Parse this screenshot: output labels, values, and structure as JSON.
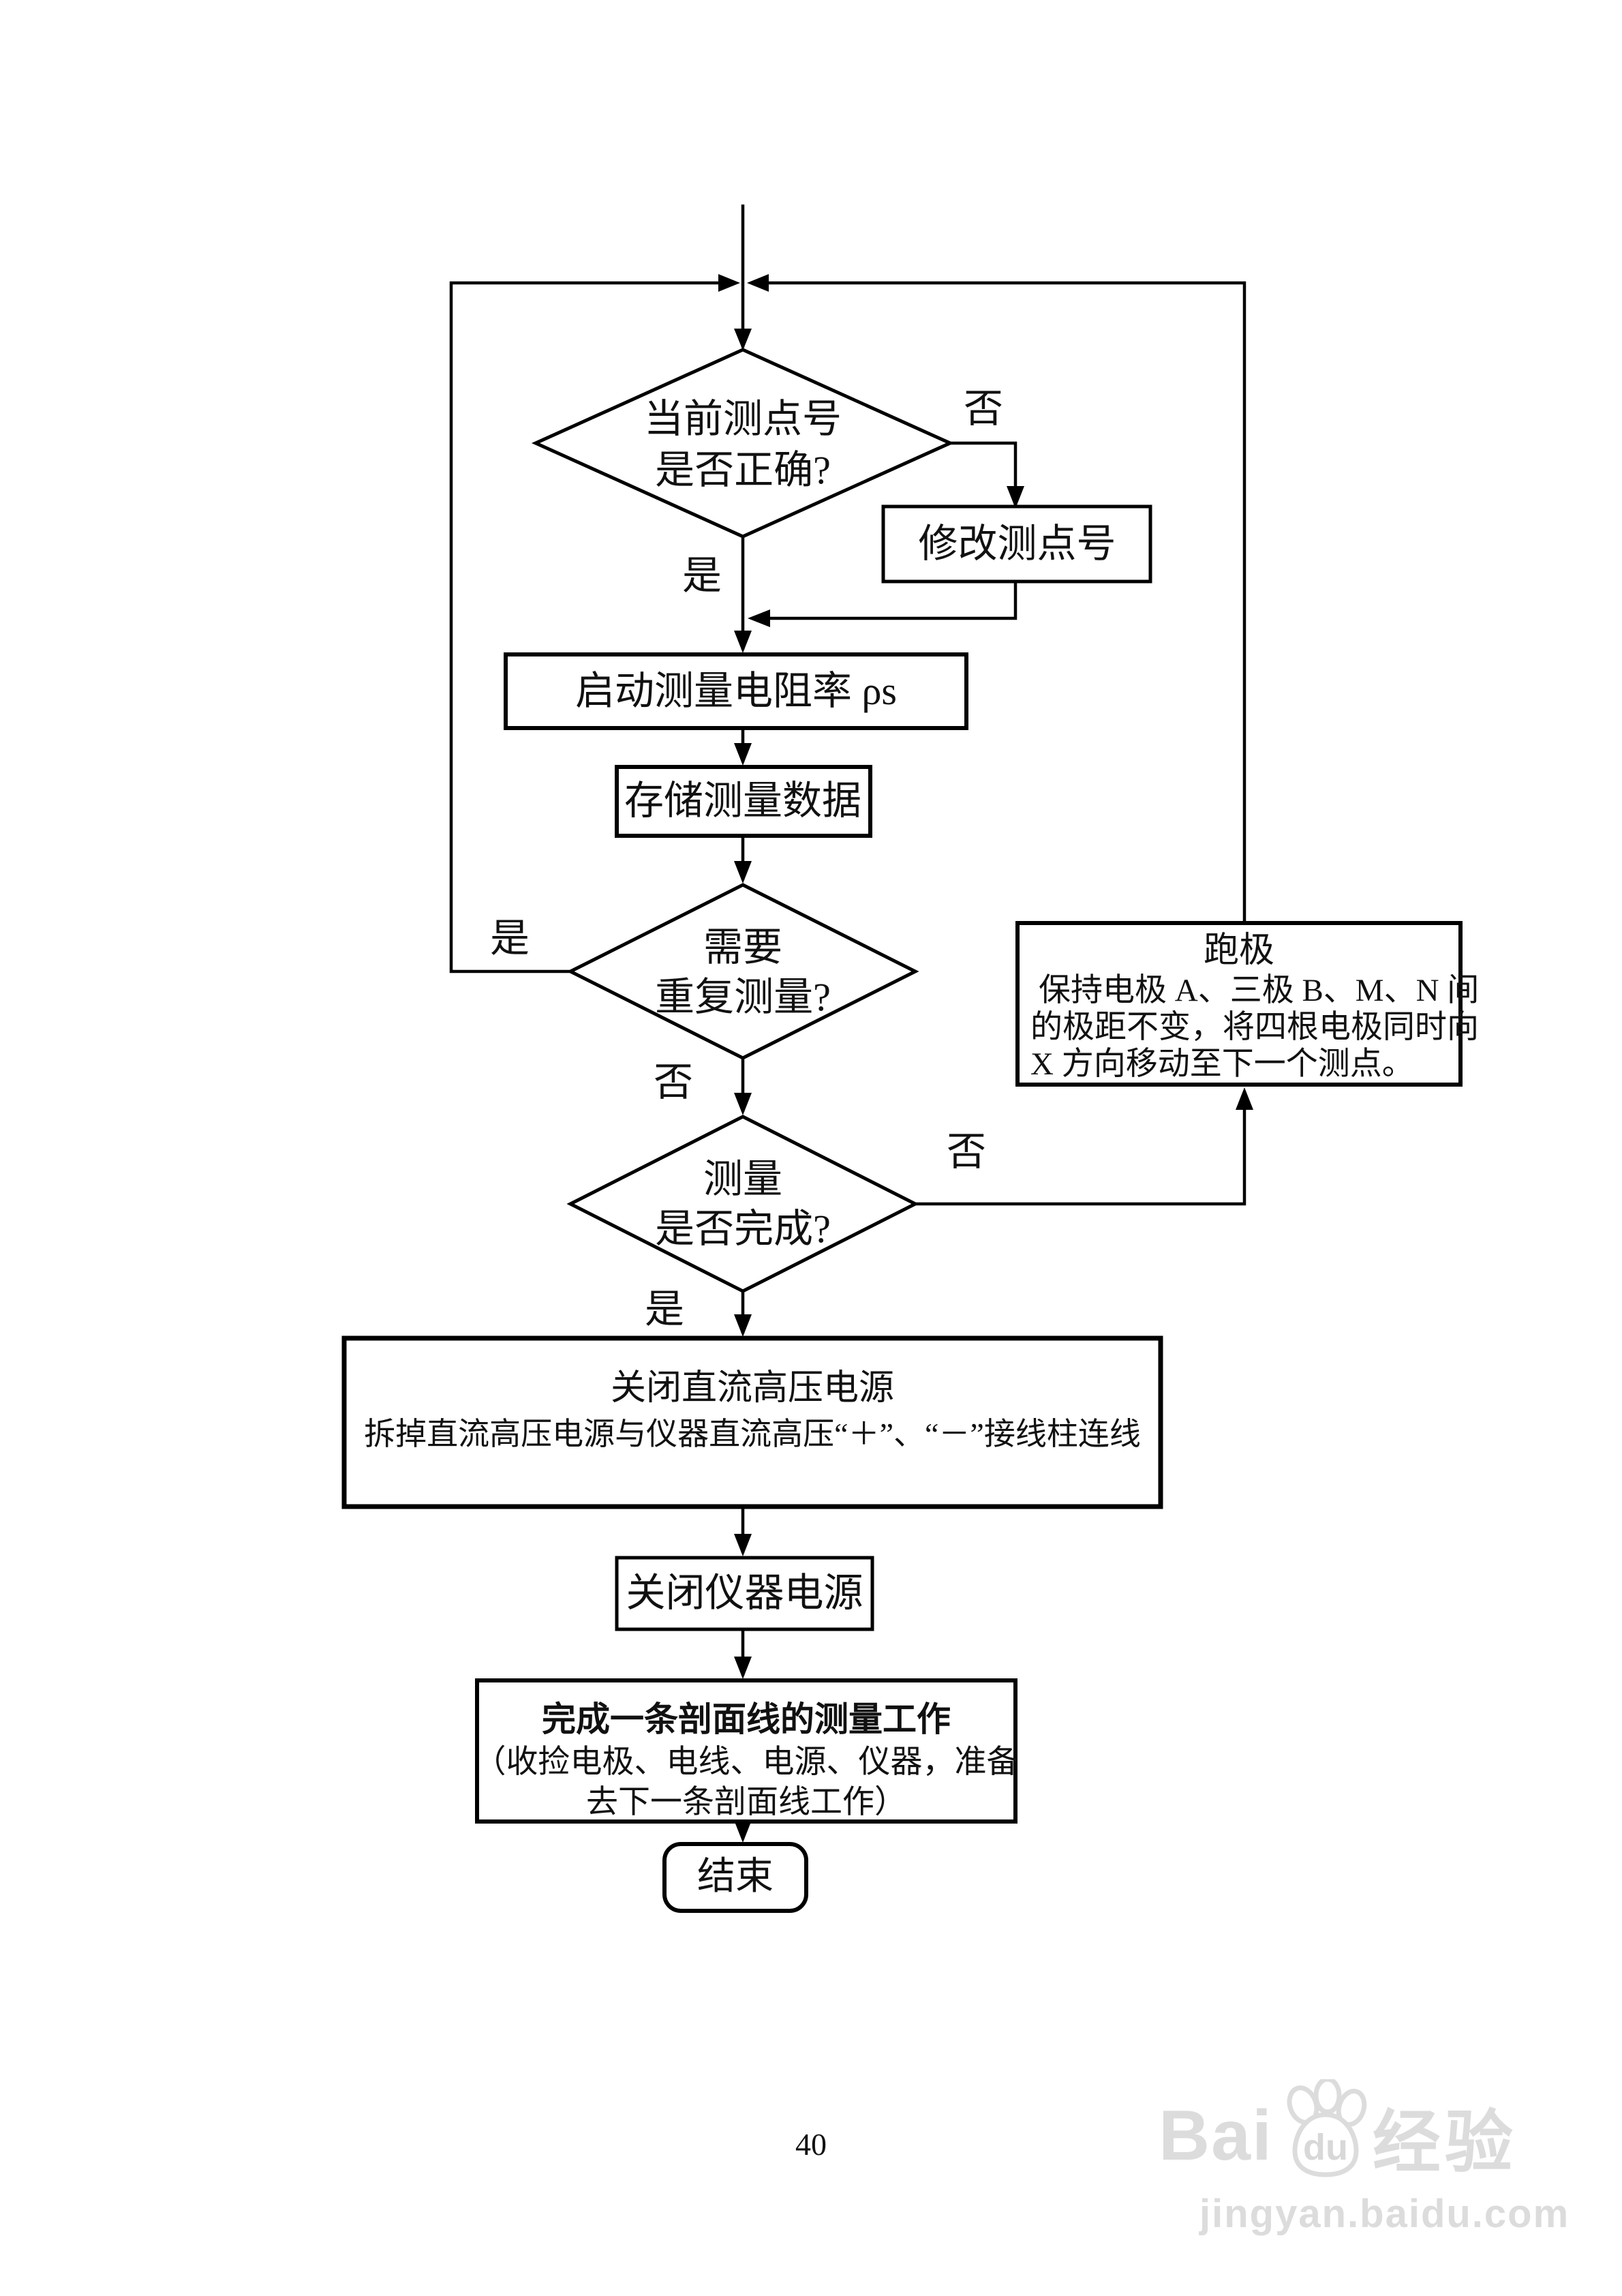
{
  "page": {
    "number": "40"
  },
  "flowchart": {
    "decision1": {
      "line1": "当前测点号",
      "line2": "是否正确?"
    },
    "label_no1": "否",
    "label_yes1": "是",
    "box_modify": "修改测点号",
    "box_start": "启动测量电阻率 ρs",
    "box_store": "存储测量数据",
    "decision2": {
      "line1": "需要",
      "line2": "重复测量?"
    },
    "label_yes2": "是",
    "label_no2": "否",
    "box_run": {
      "title": "跑极",
      "line1": "保持电极 A、三极 B、M、N 间",
      "line2": "的极距不变，将四根电极同时向",
      "line3": "X 方向移动至下一个测点。"
    },
    "decision3": {
      "line1": "测量",
      "line2": "是否完成?"
    },
    "label_no3": "否",
    "label_yes3": "是",
    "box_shutdown": {
      "line1": "关闭直流高压电源",
      "line2": "拆掉直流高压电源与仪器直流高压“＋”、“－”接线柱连线"
    },
    "box_power_off": "关闭仪器电源",
    "box_complete": {
      "line1": "完成一条剖面线的测量工作",
      "line2": "（收捡电极、电线、电源、仪器，准备",
      "line3": "去下一条剖面线工作）"
    },
    "box_end": "结束"
  },
  "watermark": {
    "brand_bai": "Bai",
    "brand_du": "du",
    "brand_suffix": "经验",
    "url": "jingyan.baidu.com"
  }
}
